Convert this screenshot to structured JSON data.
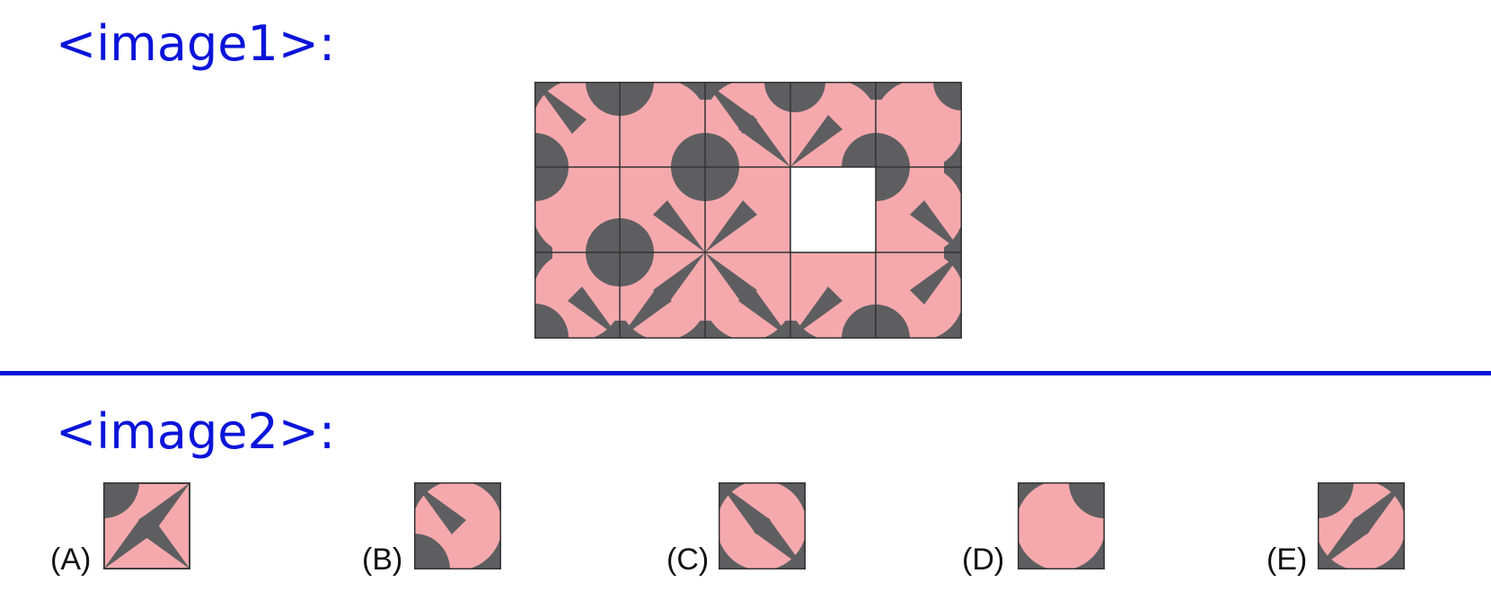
{
  "header": {
    "image1_label": "<image1>:",
    "image2_label": "<image2>:"
  },
  "colors": {
    "accent": "#0a14d9",
    "pink": "#f5a9ad",
    "dark": "#5e5e60"
  },
  "options": [
    {
      "label": "(A)"
    },
    {
      "label": "(B)"
    },
    {
      "label": "(C)"
    },
    {
      "label": "(D)"
    },
    {
      "label": "(E)"
    }
  ]
}
